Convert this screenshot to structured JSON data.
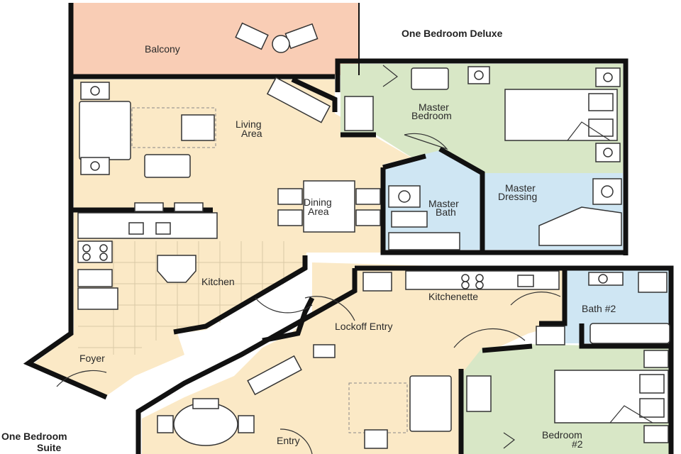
{
  "diagram": {
    "plan_titles": {
      "deluxe": "One Bedroom Deluxe",
      "suite_line1": "One Bedroom",
      "suite_line2": "Suite"
    },
    "rooms": {
      "balcony": "Balcony",
      "living_area_line1": "Living",
      "living_area_line2": "Area",
      "master_bedroom_line1": "Master",
      "master_bedroom_line2": "Bedroom",
      "dining_area_line1": "Dining",
      "dining_area_line2": "Area",
      "master_bath_line1": "Master",
      "master_bath_line2": "Bath",
      "master_dressing_line1": "Master",
      "master_dressing_line2": "Dressing",
      "kitchen": "Kitchen",
      "kitchenette": "Kitchenette",
      "bath_2": "Bath #2",
      "lockoff_entry": "Lockoff Entry",
      "foyer": "Foyer",
      "entry": "Entry",
      "bedroom_2_line1": "Bedroom",
      "bedroom_2_line2": "#2"
    },
    "colors": {
      "balcony": "#f9cdb5",
      "living": "#fbe9c6",
      "bedroom": "#d8e7c6",
      "bath": "#cfe6f3",
      "wall": "#111111"
    }
  }
}
